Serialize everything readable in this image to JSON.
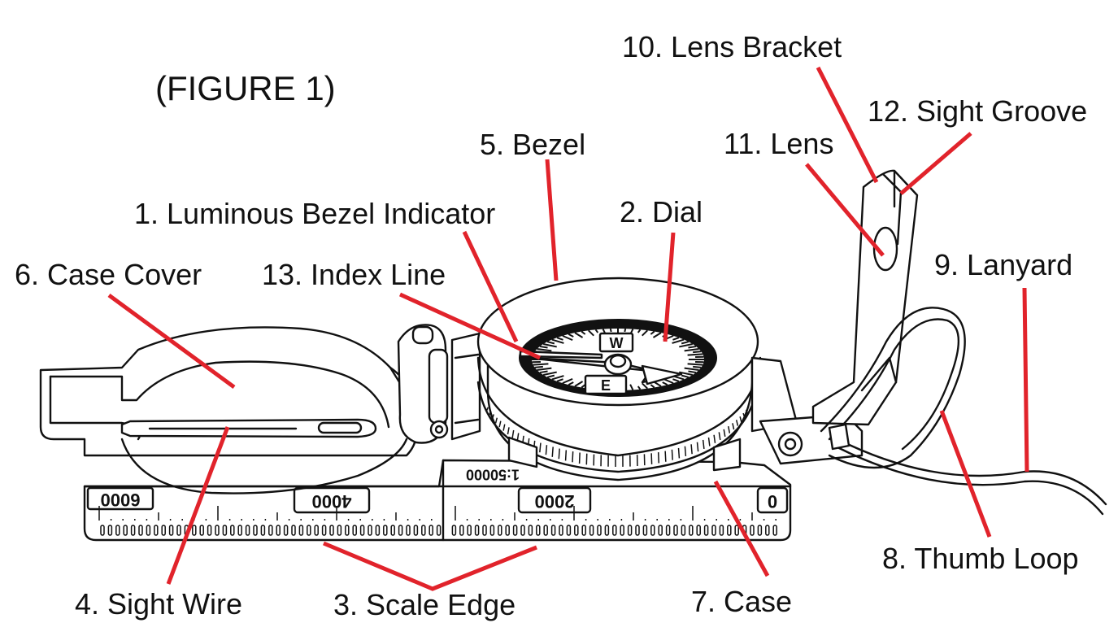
{
  "figure_title": "(FIGURE 1)",
  "labels": {
    "luminous_bezel_indicator": "1. Luminous Bezel Indicator",
    "dial": "2. Dial",
    "scale_edge": "3. Scale Edge",
    "sight_wire": "4. Sight Wire",
    "bezel": "5. Bezel",
    "case_cover": "6. Case Cover",
    "case": "7. Case",
    "thumb_loop": "8. Thumb Loop",
    "lanyard": "9. Lanyard",
    "lens_bracket": "10. Lens Bracket",
    "lens": "11. Lens",
    "sight_groove": "12. Sight Groove",
    "index_line": "13. Index Line"
  },
  "scale_markings": {
    "left_6000": "6000",
    "left_4000": "4000",
    "right_2000": "2000",
    "right_0": "0",
    "ratio": "1:50000"
  },
  "dial_markings": {
    "west": "W",
    "east": "E"
  },
  "colors": {
    "leader_line": "#e1232b",
    "drawing": "#111111",
    "background": "#ffffff"
  }
}
